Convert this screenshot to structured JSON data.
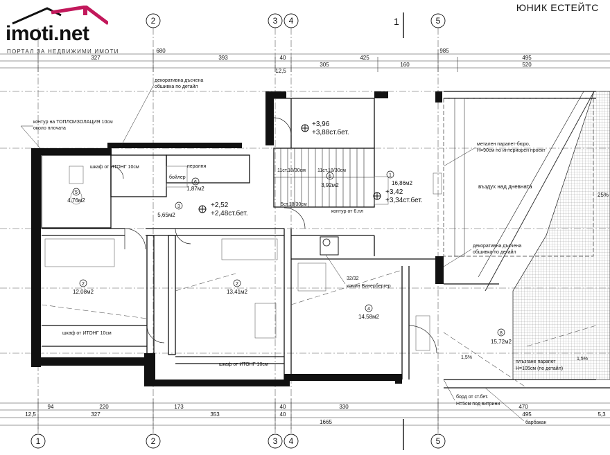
{
  "branding": {
    "logo_text": "imoti.net",
    "logo_tagline": "ПОРТАЛ ЗА НЕДВИЖИМИ ИМОТИ",
    "agency": "ЮНИК ЕСТЕЙТС",
    "logo_color": "#c2185b"
  },
  "axes": [
    "1",
    "2",
    "3",
    "4",
    "5"
  ],
  "dims": {
    "top": [
      "327",
      "680",
      "393",
      "40",
      "305",
      "425",
      "160",
      "985",
      "495",
      "520",
      "12,5"
    ],
    "bottom": [
      "94",
      "220",
      "173",
      "40",
      "330",
      "470",
      "327",
      "353",
      "40",
      "1665",
      "495",
      "12,5",
      "5,3"
    ]
  },
  "rooms": [
    {
      "num": "5",
      "area": "4,76м2"
    },
    {
      "num": "6",
      "area": "1,87м2"
    },
    {
      "num": "3",
      "area": "5,65м2"
    },
    {
      "num": "6",
      "area": "3,92м2"
    },
    {
      "num": "1",
      "area": "16,86м2"
    },
    {
      "num": "2",
      "area": "12,08м2"
    },
    {
      "num": "2",
      "area": "13,41м2"
    },
    {
      "num": "4",
      "area": "14,58м2"
    },
    {
      "num": "8",
      "area": "15,72м2"
    }
  ],
  "levels": [
    {
      "a": "+3,96",
      "b": "+3,88ст.бет."
    },
    {
      "a": "+3,42",
      "b": "+3,34ст.бет."
    },
    {
      "a": "+2,52",
      "b": "+2,48ст.бет."
    }
  ],
  "notes": {
    "decor1": "декоративна дъсчена",
    "decor1b": "обшивка по детайл",
    "contour": "контур на ТОПЛОИЗОЛАЦИЯ 10см",
    "contour2": "около плочата",
    "shelf1": "шкаф от ИТОНГ 10см",
    "shelf2": "шкаф от ИТОНГ 10см",
    "shelf3": "шкаф от ИТОНГ 10см",
    "metal": "метален парапет-бюро,",
    "metal2": "Н=90см по интериорен проект",
    "void": "въздух над дневната",
    "decor2": "декоративна дъсчена",
    "decor2b": "обшивка по детайл",
    "chimney": "комин Винербергер",
    "chimney_dim": "32/32",
    "board": "борд от ст.бет.",
    "board2": "Н=5см под витрини",
    "barbican": "барбакан",
    "parapet": "плъзгане парапет",
    "parapet2": "Н=105см (по детайл)",
    "slope": "25%",
    "stair1": "11ст.18/30см",
    "stair2": "5ст.18/30см",
    "stair3": "11ст.18/30см",
    "boiler": "бойлер",
    "wash": "пералня",
    "corridor": "контур от 6.пл",
    "slope2": "1,5%"
  }
}
